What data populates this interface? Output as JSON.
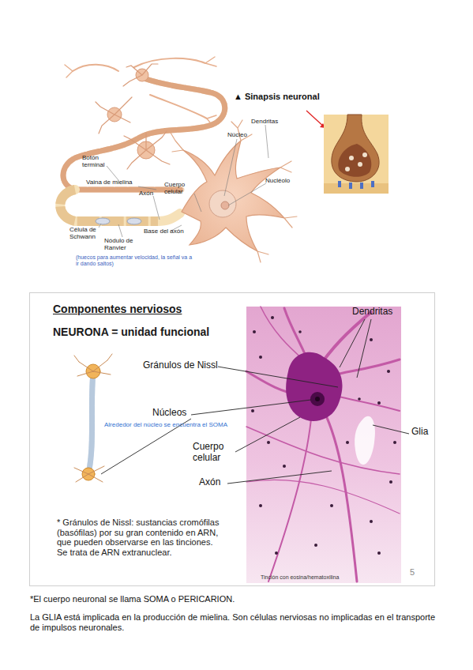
{
  "diagram": {
    "nodes": [
      {
        "text": [
          "Componentes nerviosos",
          "NEURONA = unidad funcional"
        ]
      }
    ],
    "edges": [],
    "labels": [
      "▲ Sinapsis neuronal",
      "Dendritas",
      "Núcleo",
      "Nucléolo",
      "Botón terminal",
      "Vaina de mielina",
      "Axón",
      "Cuerpo celular",
      "Célula de Schwann",
      "Nódulo de Ranvier",
      "Base del axón",
      "(huecos para aumentar velocidad, la señal va a ir dando saltos)",
      "Dendritas",
      "Gránulos de Nissl",
      "Núcleos",
      "Alrededor del núcleo se encuentra el SOMA",
      "Glia",
      "Cuerpo celular",
      "Axón",
      "* Gránulos de Nissl: sustancias cromófilas (basófilas) por su gran contenido en ARN, que pueden observarse en las tinciones. Se trata de ARN extranuclear.",
      "Tinción con eosina/hematoxilina",
      "5",
      "*El cuerpo neuronal se llama SOMA o PERICARION.",
      "La GLIA está implicada en la producción de mielina. Son células nerviosas no implicadas en el transporte de impulsos neuronales."
    ]
  }
}
